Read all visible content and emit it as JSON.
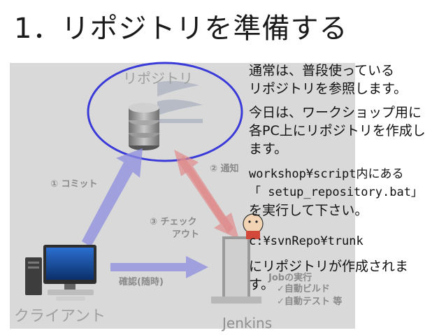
{
  "title": "1．リポジトリを準備する",
  "diagram": {
    "repository_label": "リポジトリ",
    "client_label": "クライアント",
    "jenkins_label": "Jenkins",
    "commit_label": "① コミット",
    "notify_label": "② 通知",
    "checkout_label_1": "③ チェック",
    "checkout_label_2": "アウト",
    "confirm_label": "確認(随時)",
    "jobs_label": "Jobの実行",
    "job_items": [
      "✓自動ビルド",
      "✓自動テスト 等"
    ]
  },
  "notes": {
    "line1": "通常は、普段使っている",
    "line2": "リポジトリを参照します。",
    "line3": "今日は、ワークショップ用に",
    "line4": "各PC上にリポジトリを作成し",
    "line5": "ます。",
    "line6": "workshop¥script内にある",
    "line7": "「 setup_repository.bat」",
    "line8": "を実行して下さい。",
    "line9": "c:¥svnRepo¥trunk",
    "line10": "にリポジトリが作成されま",
    "line11": "す。"
  },
  "colors": {
    "panel": "#d9d9d9",
    "blue_arrow": "#8c8ce0",
    "red_arrow": "#e08a8a",
    "ellipse": "#3a3ad8"
  }
}
